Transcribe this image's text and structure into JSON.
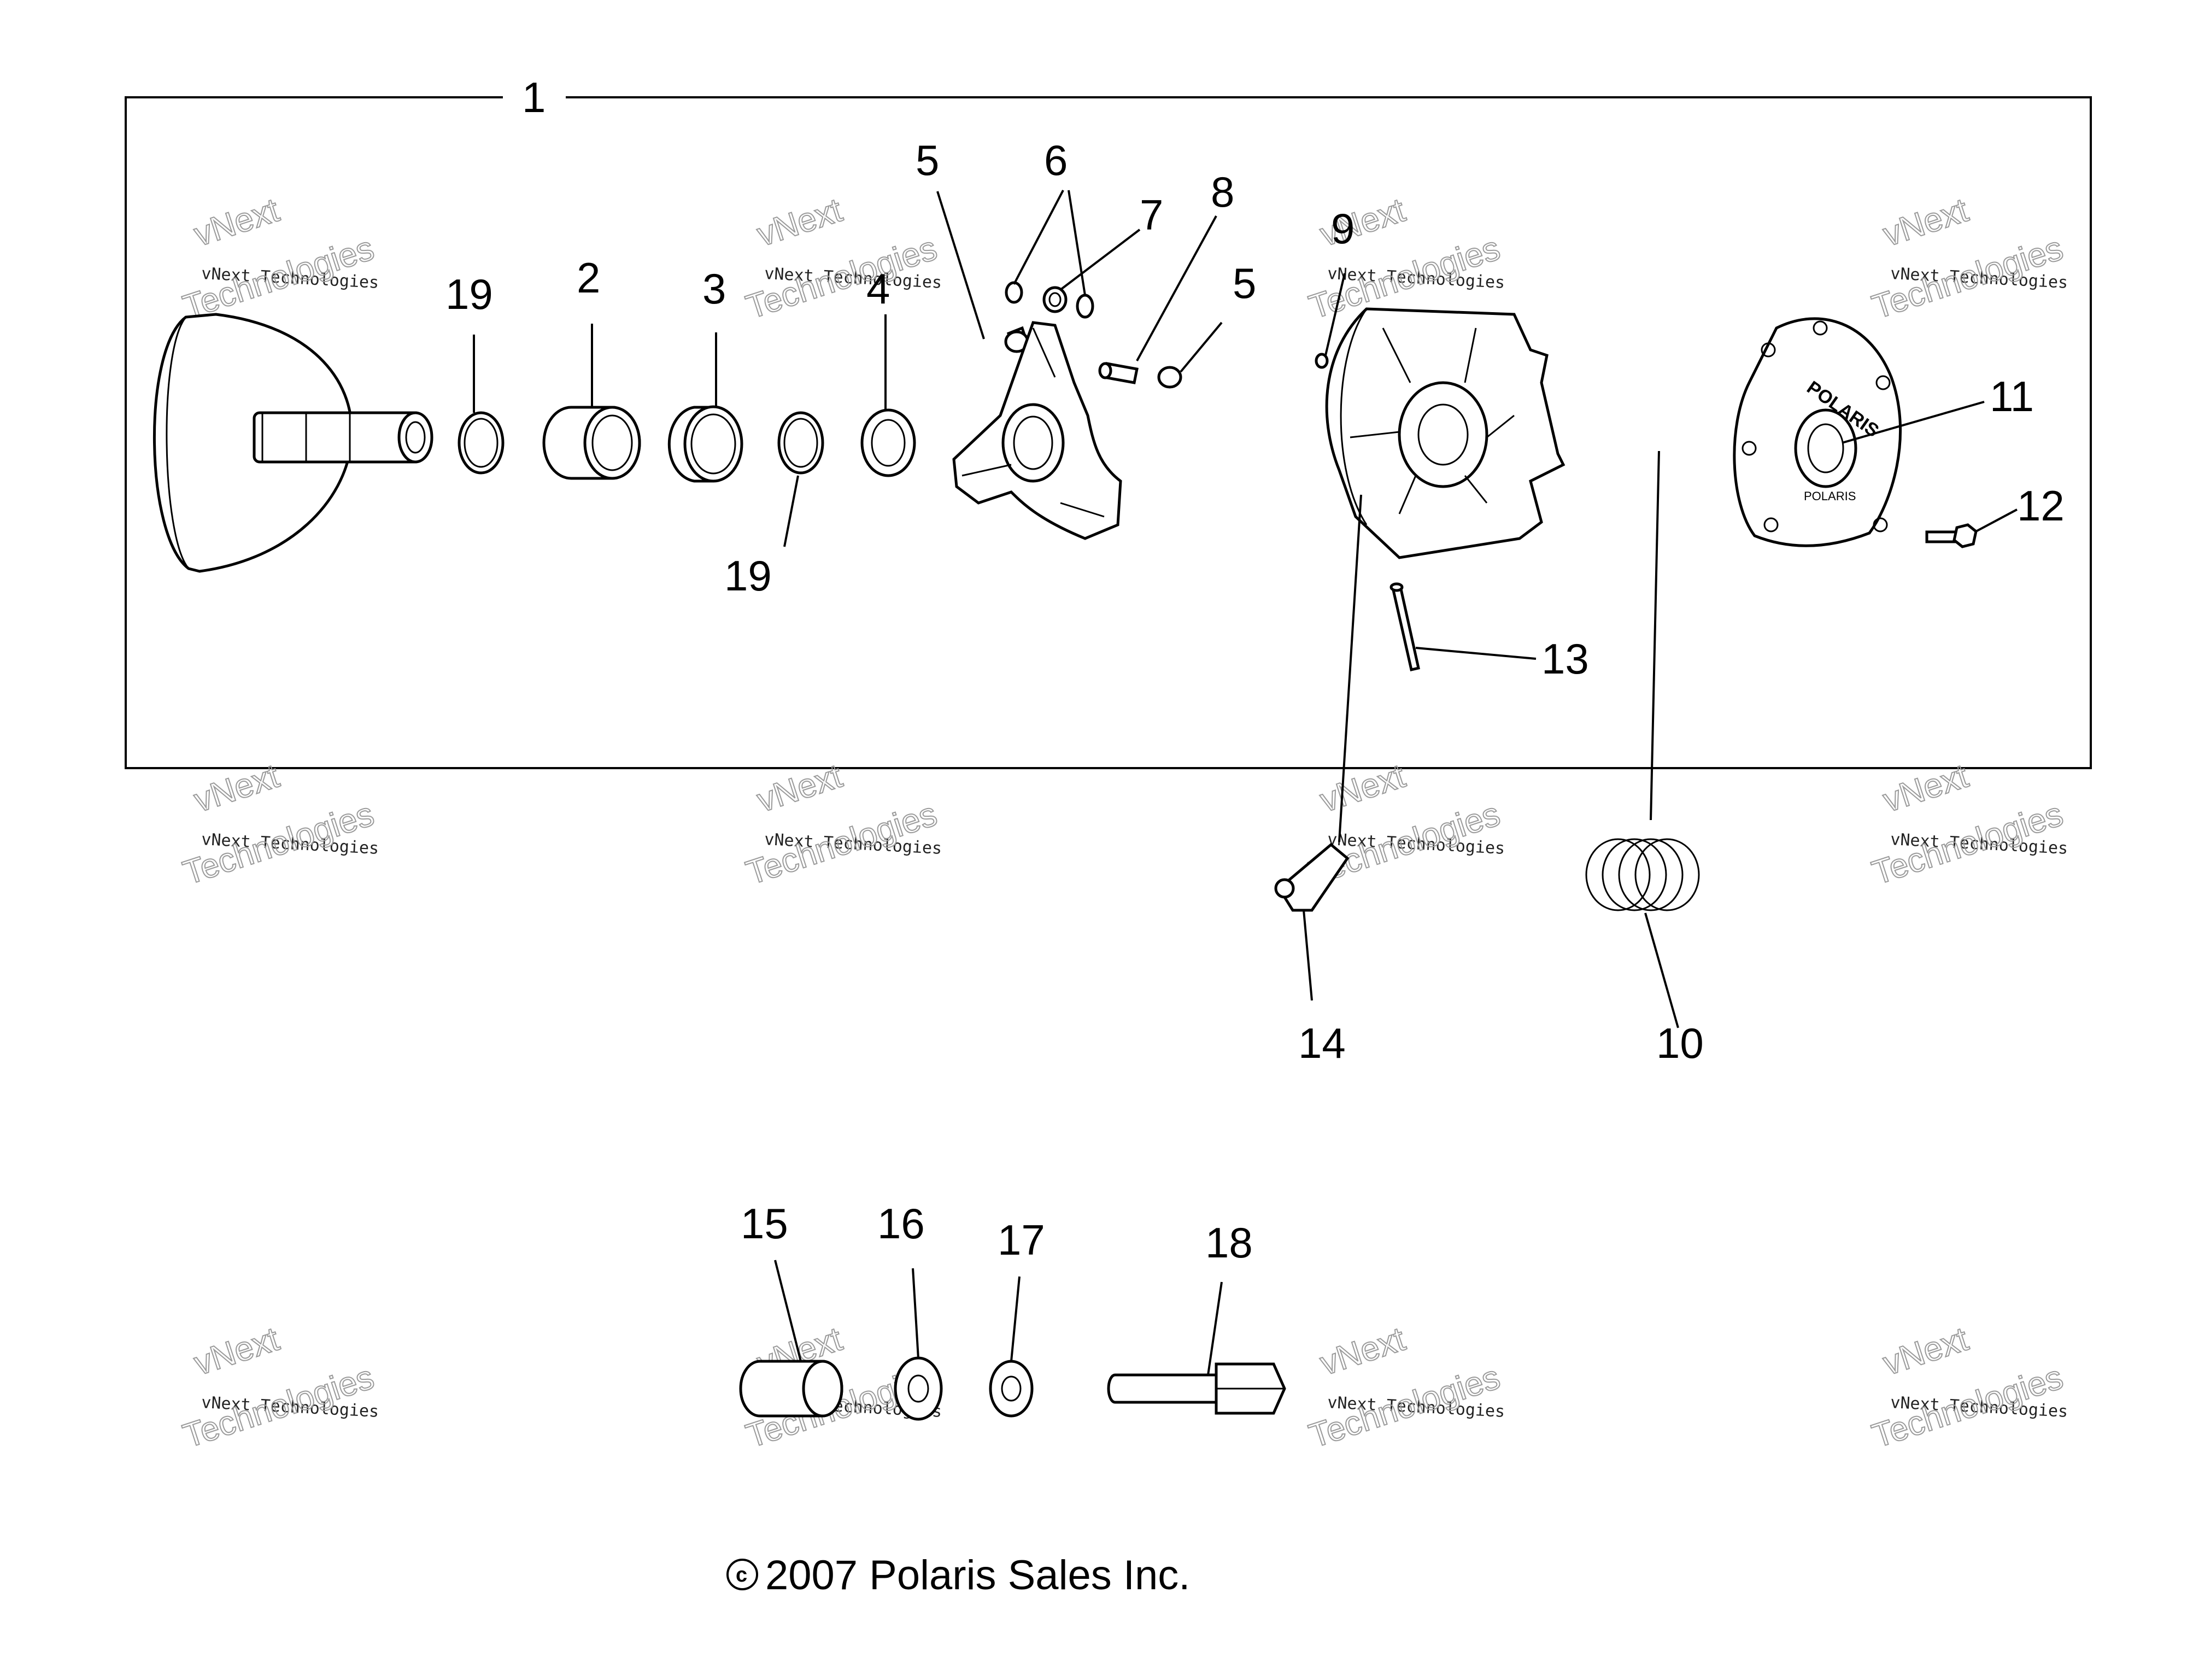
{
  "callouts": [
    "1",
    "2",
    "3",
    "4",
    "5",
    "6",
    "7",
    "8",
    "5",
    "9",
    "19",
    "19",
    "10",
    "11",
    "12",
    "13",
    "14",
    "15",
    "16",
    "17",
    "18"
  ],
  "watermark": {
    "line1": "vNext",
    "line2": "vNext Technologies",
    "line3": "Technologies"
  },
  "copyright": "2007 Polaris Sales Inc.",
  "copyright_symbol": "c",
  "housing_text": {
    "top": "POLARIS",
    "bottom": "POLARIS"
  }
}
